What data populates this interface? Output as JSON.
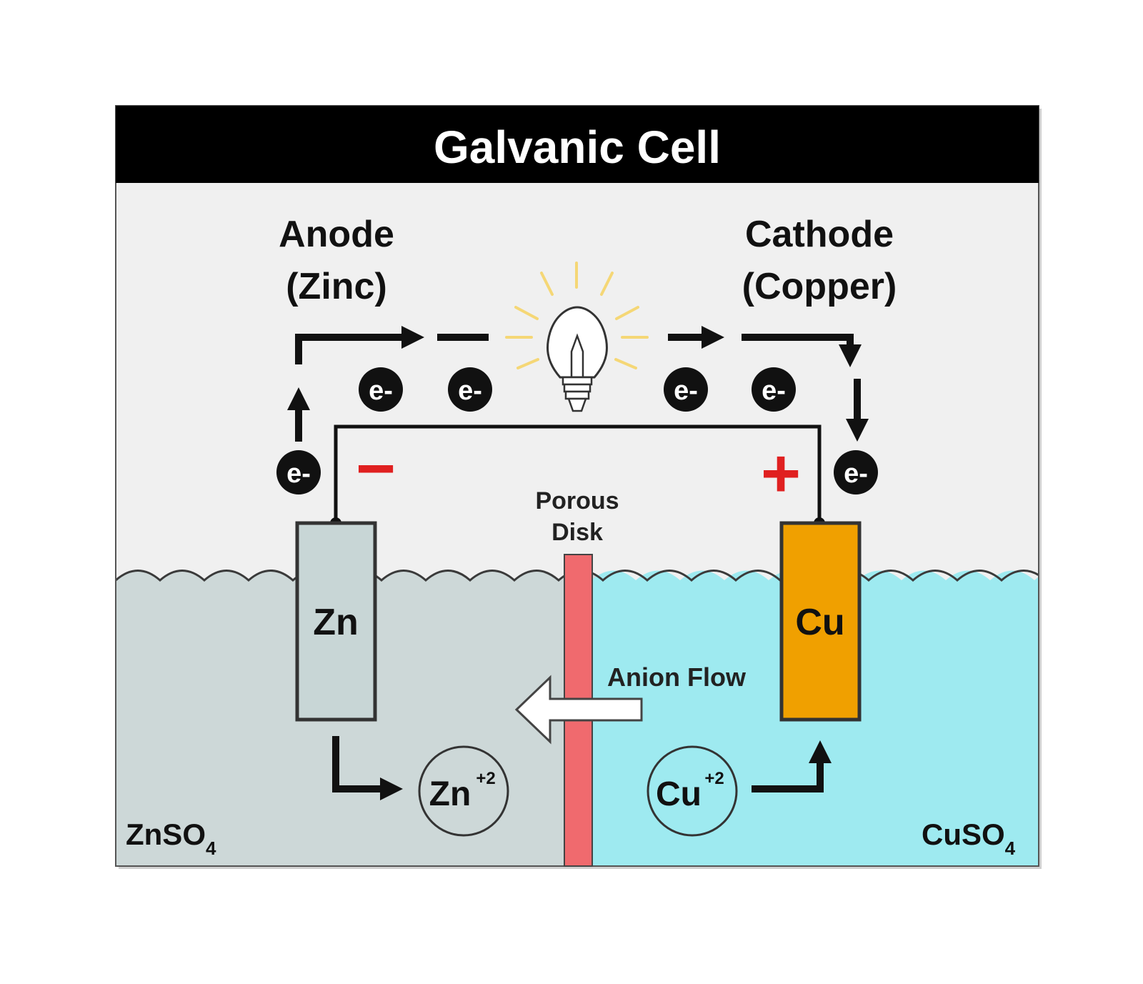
{
  "title": "Galvanic Cell",
  "anode": {
    "label": "Anode",
    "material": "(Zinc)",
    "electrode": "Zn",
    "sign": "−"
  },
  "cathode": {
    "label": "Cathode",
    "material": "(Copper)",
    "electrode": "Cu",
    "sign": "+"
  },
  "electron_label": "e-",
  "porous_disk": {
    "line1": "Porous",
    "line2": "Disk"
  },
  "anion_flow": "Anion Flow",
  "left_solution": {
    "formula": "ZnSO",
    "subscript": "4"
  },
  "right_solution": {
    "formula": "CuSO",
    "subscript": "4"
  },
  "zn_ion": {
    "symbol": "Zn",
    "charge": "+2"
  },
  "cu_ion": {
    "symbol": "Cu",
    "charge": "+2"
  },
  "colors": {
    "title_bar": "#000000",
    "air": "#f0f0f0",
    "left_solution": "#cdd8d8",
    "right_solution": "#9eeaf0",
    "zinc": "#c8d6d6",
    "copper": "#f0a000",
    "porous_disk": "#f06a6e",
    "sign": "#e02020",
    "bulb_rays": "#f5d776"
  }
}
